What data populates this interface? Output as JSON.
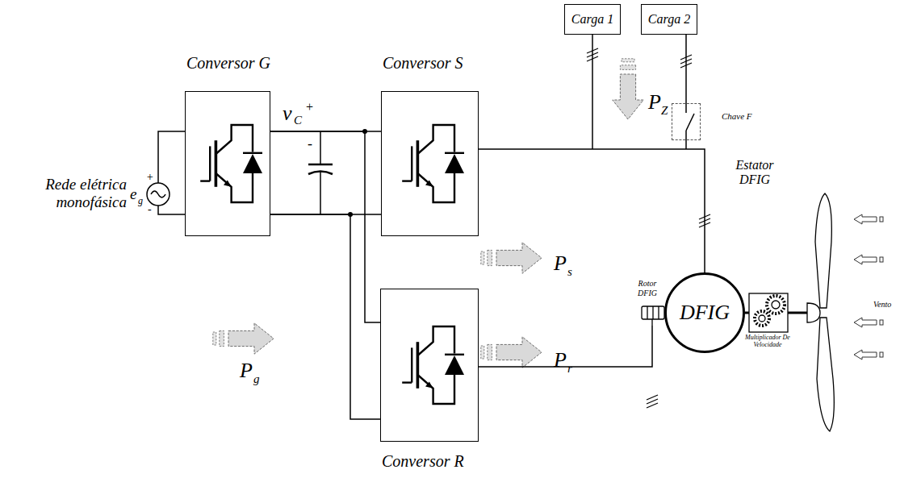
{
  "diagram": {
    "nodes": [
      {
        "text": [
          "Conversor G"
        ]
      },
      {
        "text": [
          "Conversor S"
        ]
      },
      {
        "text": [
          "Conversor R"
        ]
      },
      {
        "text": [
          "Carga 1"
        ]
      },
      {
        "text": [
          "Carga 2"
        ]
      },
      {
        "text": [
          "Chave F"
        ]
      },
      {
        "text": [
          "DFIG"
        ]
      }
    ],
    "edges": [
      {
        "from": 0,
        "to": 1,
        "arrow": "none"
      },
      {
        "from": 0,
        "to": 2,
        "arrow": "none"
      },
      {
        "from": 1,
        "to": 6,
        "arrow": "none"
      },
      {
        "from": 2,
        "to": 6,
        "arrow": "none"
      },
      {
        "from": 3,
        "to": 1,
        "arrow": "none"
      },
      {
        "from": 4,
        "to": 5,
        "arrow": "none"
      },
      {
        "from": 5,
        "to": 6,
        "arrow": "none"
      }
    ],
    "labels": [
      "Rede elétrica monofásica",
      "+",
      "e",
      "g",
      "-",
      "v",
      "C",
      "+",
      "-",
      "P",
      "g",
      "P",
      "s",
      "P",
      "Z",
      "P",
      "r",
      "Estator DFIG",
      "Rotor DFIG",
      "Multiplicador De Velocidade",
      "Vento"
    ]
  }
}
